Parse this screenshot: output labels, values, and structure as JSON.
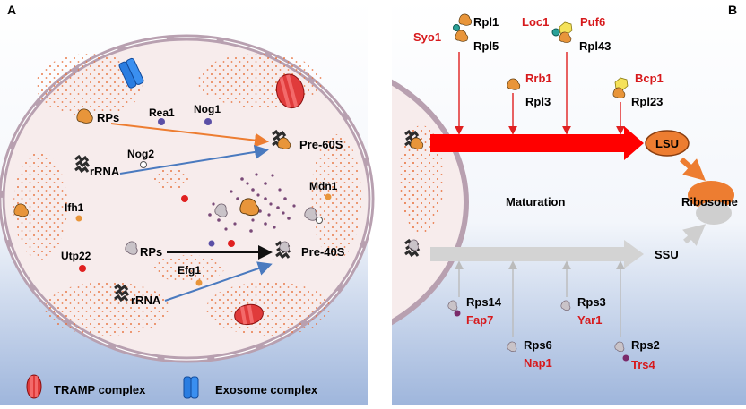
{
  "panel_a": {
    "letter": "A",
    "labels": {
      "rps_top": "RPs",
      "rea1": "Rea1",
      "nog1": "Nog1",
      "pre60s": "Pre-60S",
      "nog2": "Nog2",
      "rrna_top": "rRNA",
      "mdn1": "Mdn1",
      "ifh1": "Ifh1",
      "utp22": "Utp22",
      "rps_bottom": "RPs",
      "pre40s": "Pre-40S",
      "efg1": "Efg1",
      "rrna_bottom": "rRNA"
    },
    "legend": {
      "tramp": "TRAMP complex",
      "exosome": "Exosome complex"
    }
  },
  "panel_b": {
    "letter": "B",
    "labels": {
      "syo1": "Syo1",
      "rpl1": "Rpl1",
      "rpl5": "Rpl5",
      "loc1": "Loc1",
      "puf6": "Puf6",
      "rpl43": "Rpl43",
      "rrb1": "Rrb1",
      "rpl3": "Rpl3",
      "bcp1": "Bcp1",
      "rpl23": "Rpl23",
      "lsu": "LSU",
      "maturation": "Maturation",
      "ribosome": "Ribosome",
      "ssu": "SSU",
      "rps14": "Rps14",
      "fap7": "Fap7",
      "rps3": "Rps3",
      "yar1": "Yar1",
      "rps6": "Rps6",
      "nap1": "Nap1",
      "rps2": "Rps2",
      "trs4": "Trs4"
    }
  },
  "colors": {
    "red_label": "#d7191c",
    "orange_protein": "#e8953a",
    "lsu_orange": "#ed7d31",
    "red_arrow": "#ff0000",
    "gray_arrow": "#d0d0d0",
    "blue_arrow": "#4a7abf",
    "membrane": "#b8a0b0",
    "dots": "#e8703a"
  }
}
